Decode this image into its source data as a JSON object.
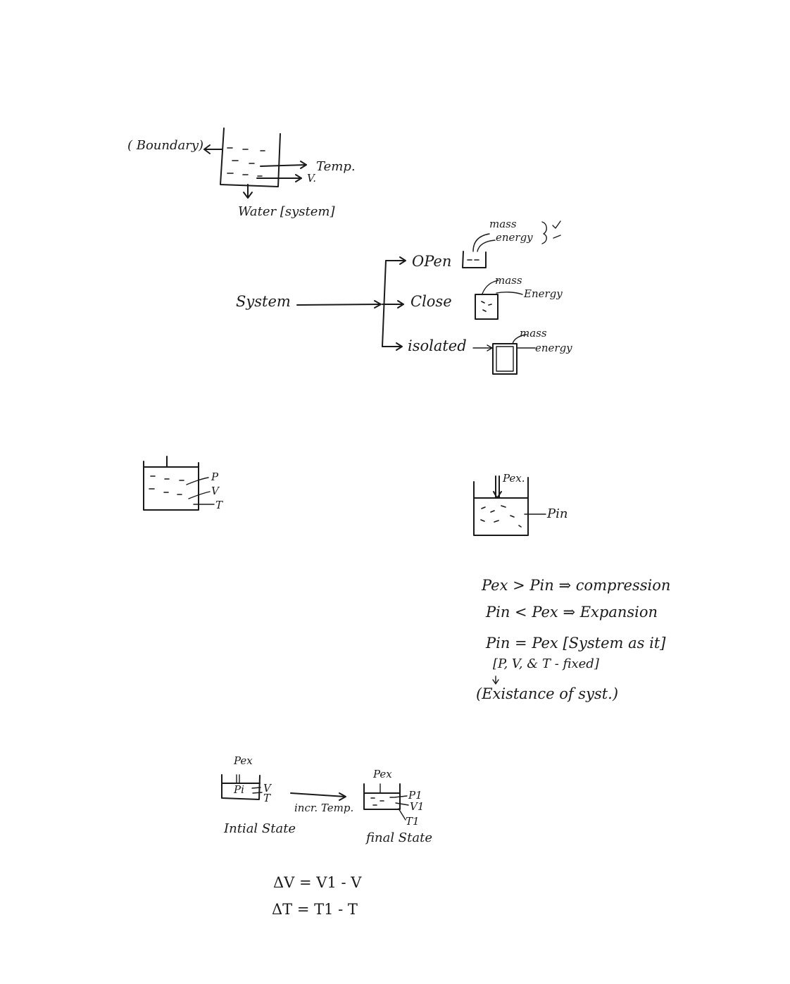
{
  "diagram1": {
    "boundary_label": "( Boundary)",
    "temp_label": "Temp.",
    "v_label": "V.",
    "system_label": "Water [system]"
  },
  "classification": {
    "system_label": "System",
    "open_label": "OPen",
    "close_label": "Close",
    "isolated_label": "isolated",
    "open_mass": "mass",
    "open_energy": "energy",
    "close_mass": "mass",
    "close_energy": "Energy",
    "isolated_mass": "mass",
    "isolated_energy": "energy"
  },
  "piston_basic": {
    "p_label": "P",
    "v_label": "V",
    "t_label": "T"
  },
  "piston_pressure": {
    "pex_label": "Pex.",
    "pin_label": "Pin"
  },
  "notes": {
    "line1": "Pex > Pin ⇒ compression",
    "line2": "Pin < Pex ⇒ Expansion",
    "line3": "Pin = Pex [System as it]",
    "line4": "[P, V, & T - fixed]",
    "line5": "(Existance of syst.)"
  },
  "process": {
    "initial_pex": "Pex",
    "initial_pi": "Pi",
    "initial_v": "V",
    "initial_t": "T",
    "arrow_label": "incr. Temp.",
    "final_pex": "Pex",
    "final_p1": "P1",
    "final_v1": "V1",
    "final_t1": "T1",
    "initial_caption": "Intial State",
    "final_caption": "final State"
  },
  "equations": {
    "delta_v": "ΔV = V1 - V",
    "delta_t": "ΔT = T1 - T"
  }
}
